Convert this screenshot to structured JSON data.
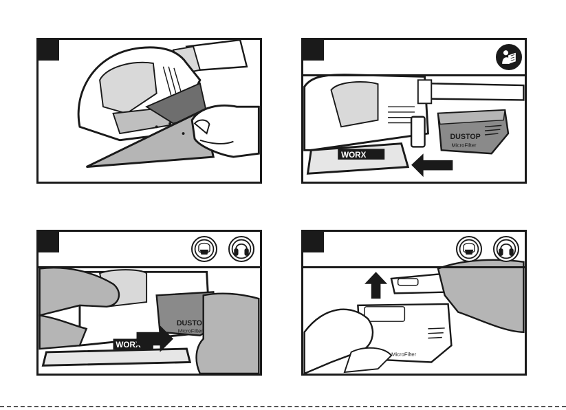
{
  "panels": [
    {
      "step": "",
      "icons": []
    },
    {
      "step": "",
      "icons": [
        "read-manual-icon"
      ],
      "brand_machine": "WORX",
      "brand_box_top": "DUSTOP",
      "brand_box_sub": "MicroFilter"
    },
    {
      "step": "",
      "icons": [
        "dust-mask-icon",
        "ear-protection-icon"
      ],
      "brand_machine": "WORX",
      "brand_box_top": "DUSTOP",
      "brand_box_sub": "MicroFilter"
    },
    {
      "step": "",
      "icons": [
        "dust-mask-icon",
        "ear-protection-icon"
      ],
      "brand_box_sub": "MicroFilter"
    }
  ],
  "colors": {
    "ink": "#1a1a1a",
    "gray": "#8a8a8a",
    "light": "#d9d9d9",
    "mid": "#b5b5b5"
  }
}
